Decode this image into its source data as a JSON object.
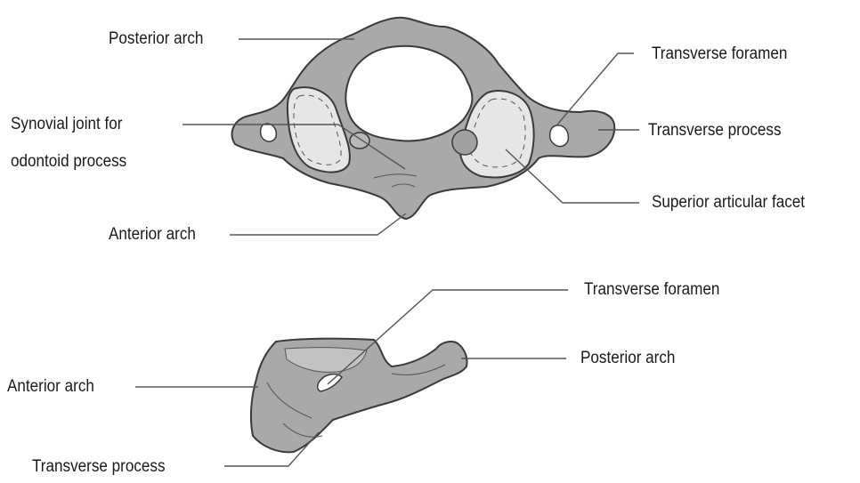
{
  "top_view": {
    "labels": {
      "posterior_arch": "Posterior arch",
      "transverse_foramen": "Transverse foramen",
      "synovial_joint_line1": "Synovial joint for",
      "synovial_joint_line2": "odontoid process",
      "transverse_process": "Transverse process",
      "anterior_arch": "Anterior arch",
      "superior_articular_facet": "Superior articular facet"
    }
  },
  "side_view": {
    "labels": {
      "transverse_foramen": "Transverse foramen",
      "posterior_arch": "Posterior arch",
      "anterior_arch": "Anterior arch",
      "transverse_process": "Transverse process"
    }
  },
  "colors": {
    "bone": "#a9a9a9",
    "bone_outline": "#3a3a3a",
    "facet": "#e6e6e6",
    "leader_line": "#555555",
    "background": "#ffffff"
  }
}
